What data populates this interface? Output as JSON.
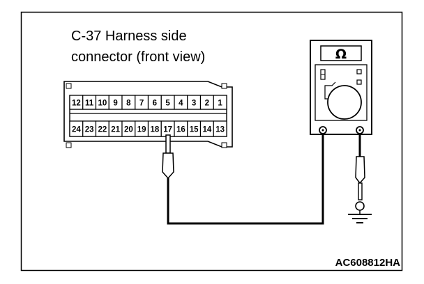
{
  "diagram": {
    "title_line1": "C-37 Harness side",
    "title_line2": "connector (front view)",
    "figure_code": "AC608812HA",
    "top_row_pins": [
      "12",
      "11",
      "10",
      "9",
      "8",
      "7",
      "6",
      "5",
      "4",
      "3",
      "2",
      "1"
    ],
    "bottom_row_pins": [
      "24",
      "23",
      "22",
      "21",
      "20",
      "19",
      "18",
      "17",
      "16",
      "15",
      "14",
      "13"
    ],
    "meter_symbol": "Ω",
    "probe_pin": "17",
    "icons": [
      "ohmmeter-icon",
      "probe-icon",
      "ground-icon"
    ]
  }
}
